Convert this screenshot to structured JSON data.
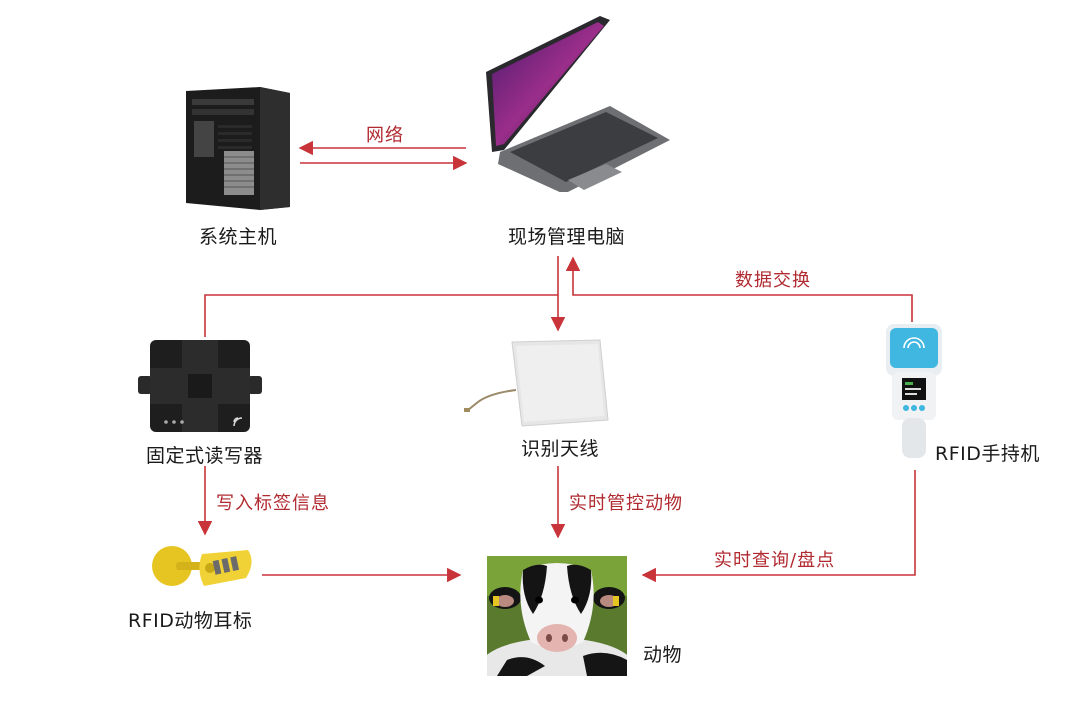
{
  "colors": {
    "arrow": "#c8343a",
    "edge_text": "#b02a30",
    "node_text": "#1a1a1a"
  },
  "nodes": {
    "server": {
      "label": "系统主机",
      "icon": "server-tower-icon"
    },
    "laptop": {
      "label": "现场管理电脑",
      "icon": "laptop-icon"
    },
    "fixed_reader": {
      "label": "固定式读写器",
      "icon": "fixed-reader-icon"
    },
    "antenna": {
      "label": "识别天线",
      "icon": "antenna-panel-icon"
    },
    "handheld": {
      "label": "RFID手持机",
      "icon": "handheld-reader-icon"
    },
    "ear_tag": {
      "label": "RFID动物耳标",
      "icon": "ear-tag-icon"
    },
    "animal": {
      "label": "动物",
      "icon": "cow-photo"
    }
  },
  "edges": {
    "network": "网络",
    "data_exchange": "数据交换",
    "write_tag": "写入标签信息",
    "realtime_control": "实时管控动物",
    "realtime_query": "实时查询/盘点"
  }
}
